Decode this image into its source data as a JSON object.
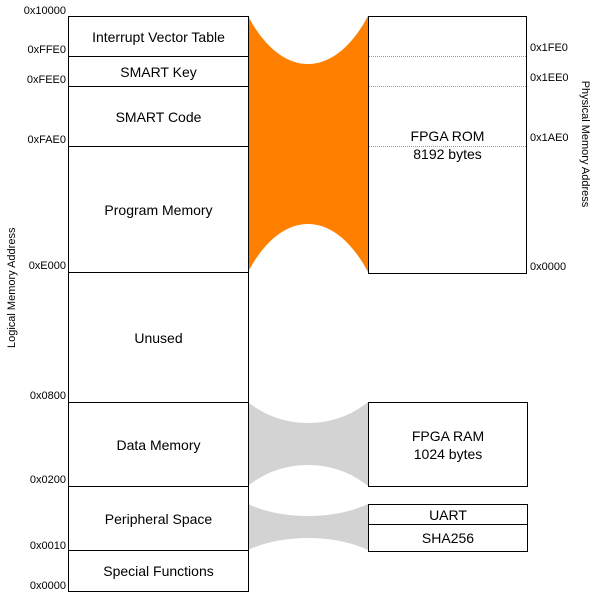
{
  "logical_axis_label": "Logical Memory Address",
  "physical_axis_label": "Physical Memory Address",
  "logical_blocks": [
    {
      "label": "Interrupt Vector Table"
    },
    {
      "label": "SMART Key"
    },
    {
      "label": "SMART Code"
    },
    {
      "label": "Program Memory"
    },
    {
      "label": "Unused"
    },
    {
      "label": "Data Memory"
    },
    {
      "label": "Peripheral Space"
    },
    {
      "label": "Special Functions"
    }
  ],
  "logical_addresses": [
    "0x10000",
    "0xFFE0",
    "0xFEE0",
    "0xFAE0",
    "0xE000",
    "0x0800",
    "0x0200",
    "0x0010",
    "0x0000"
  ],
  "rom": {
    "line1": "FPGA ROM",
    "line2": "8192 bytes"
  },
  "ram": {
    "line1": "FPGA RAM",
    "line2": "1024 bytes"
  },
  "uart": {
    "label": "UART"
  },
  "sha": {
    "label": "SHA256"
  },
  "physical_addresses": [
    "0x1FE0",
    "0x1EE0",
    "0x1AE0",
    "0x0000"
  ],
  "colors": {
    "rom_mapping": "#ff8000",
    "ram_mapping": "#d3d3d3",
    "peripheral_mapping": "#d3d3d3"
  }
}
